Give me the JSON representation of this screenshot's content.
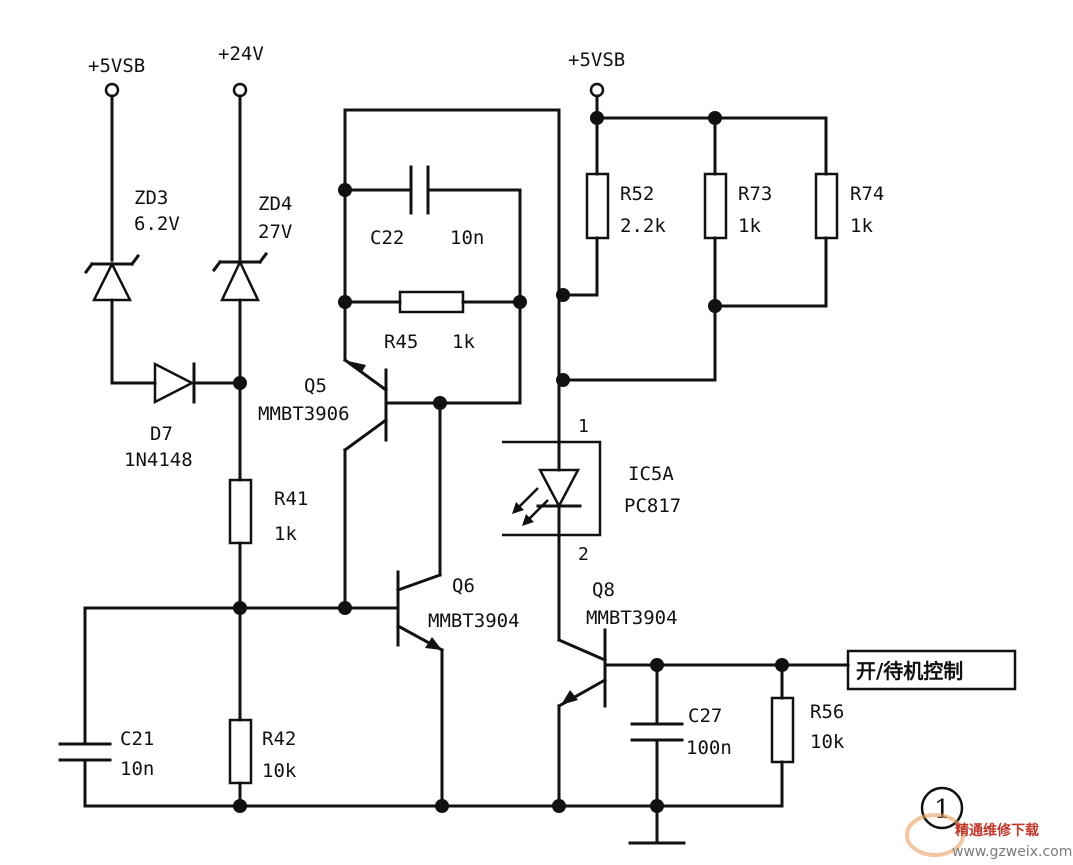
{
  "rails": {
    "vsb_left": "+5VSB",
    "v24": "+24V",
    "vsb_right": "+5VSB"
  },
  "components": {
    "zd3": {
      "ref": "ZD3",
      "value": "6.2V"
    },
    "zd4": {
      "ref": "ZD4",
      "value": "27V"
    },
    "d7": {
      "ref": "D7",
      "value": "1N4148"
    },
    "r41": {
      "ref": "R41",
      "value": "1k"
    },
    "r42": {
      "ref": "R42",
      "value": "10k"
    },
    "c21": {
      "ref": "C21",
      "value": "10n"
    },
    "c22": {
      "ref": "C22",
      "value": "10n"
    },
    "r45": {
      "ref": "R45",
      "value": "1k"
    },
    "q5": {
      "ref": "Q5",
      "value": "MMBT3906"
    },
    "q6": {
      "ref": "Q6",
      "value": "MMBT3904"
    },
    "r52": {
      "ref": "R52",
      "value": "2.2k"
    },
    "r73": {
      "ref": "R73",
      "value": "1k"
    },
    "r74": {
      "ref": "R74",
      "value": "1k"
    },
    "ic5a": {
      "ref": "IC5A",
      "value": "PC817",
      "pin1": "1",
      "pin2": "2"
    },
    "q8": {
      "ref": "Q8",
      "value": "MMBT3904"
    },
    "c27": {
      "ref": "C27",
      "value": "100n"
    },
    "r56": {
      "ref": "R56",
      "value": "10k"
    }
  },
  "control_label": "开/待机控制",
  "watermark": {
    "site_name": "精通维修下载",
    "url": "www.gzweix.com",
    "badge": "1"
  }
}
